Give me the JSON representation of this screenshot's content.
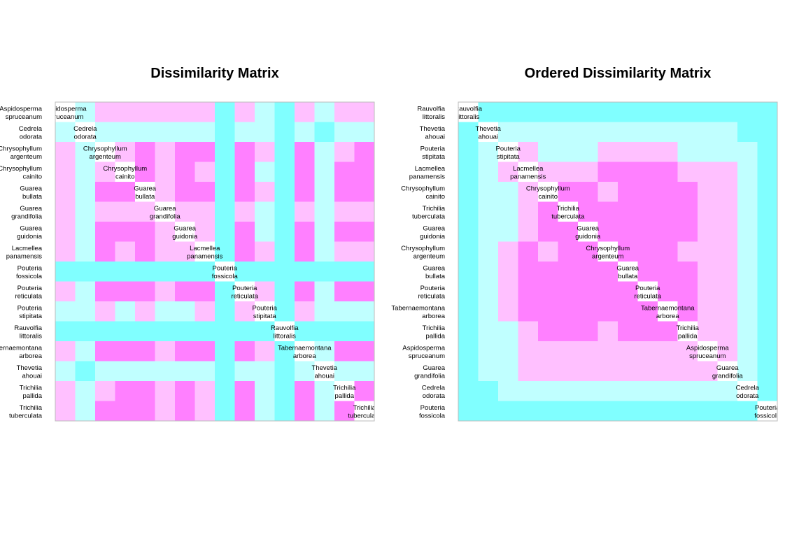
{
  "colors": {
    "low": "#80ffff",
    "mid_low": "#c0ffff",
    "mid_high": "#ffc0ff",
    "high": "#ff80ff",
    "diag": "#ffffff",
    "frame": "#bbbbbb"
  },
  "chart_data": [
    {
      "type": "heatmap",
      "title": "Dissimilarity Matrix",
      "labels": [
        "Aspidosperma spruceanum",
        "Cedrela odorata",
        "Chrysophyllum argenteum",
        "Chrysophyllum cainito",
        "Guarea bullata",
        "Guarea grandifolia",
        "Guarea guidonia",
        "Lacmellea panamensis",
        "Pouteria fossicola",
        "Pouteria reticulata",
        "Pouteria stipitata",
        "Rauvolfia littoralis",
        "Tabernaemontana arborea",
        "Thevetia ahouai",
        "Trichilia pallida",
        "Trichilia tuberculata"
      ],
      "level_key": "0 = low (cyan), 1 = mid-low (light cyan), 2 = mid-high (light pink), 3 = high (pink)",
      "values": [
        [
          -1,
          1,
          2,
          2,
          2,
          2,
          2,
          2,
          0,
          2,
          1,
          0,
          2,
          1,
          2,
          2
        ],
        [
          1,
          -1,
          1,
          1,
          1,
          1,
          1,
          1,
          0,
          1,
          1,
          0,
          1,
          0,
          1,
          1
        ],
        [
          2,
          1,
          -1,
          2,
          3,
          2,
          3,
          3,
          0,
          3,
          2,
          0,
          3,
          1,
          2,
          3
        ],
        [
          2,
          1,
          2,
          -1,
          3,
          2,
          3,
          2,
          0,
          3,
          1,
          0,
          3,
          1,
          3,
          3
        ],
        [
          2,
          1,
          3,
          3,
          -1,
          2,
          3,
          3,
          0,
          3,
          2,
          0,
          3,
          1,
          3,
          3
        ],
        [
          2,
          1,
          2,
          2,
          2,
          -1,
          2,
          2,
          0,
          2,
          1,
          0,
          2,
          1,
          2,
          2
        ],
        [
          2,
          1,
          3,
          3,
          3,
          2,
          -1,
          2,
          0,
          3,
          1,
          0,
          3,
          1,
          3,
          3
        ],
        [
          2,
          1,
          3,
          2,
          3,
          2,
          2,
          -1,
          0,
          3,
          2,
          0,
          3,
          1,
          2,
          2
        ],
        [
          0,
          0,
          0,
          0,
          0,
          0,
          0,
          0,
          -1,
          0,
          0,
          0,
          0,
          0,
          0,
          0
        ],
        [
          2,
          1,
          3,
          3,
          3,
          2,
          3,
          3,
          0,
          -1,
          2,
          0,
          3,
          1,
          3,
          3
        ],
        [
          1,
          1,
          2,
          1,
          2,
          1,
          1,
          2,
          0,
          2,
          -1,
          0,
          2,
          1,
          1,
          1
        ],
        [
          0,
          0,
          0,
          0,
          0,
          0,
          0,
          0,
          0,
          0,
          0,
          -1,
          0,
          0,
          0,
          0
        ],
        [
          2,
          1,
          3,
          3,
          3,
          2,
          3,
          3,
          0,
          3,
          2,
          0,
          -1,
          1,
          3,
          3
        ],
        [
          1,
          0,
          1,
          1,
          1,
          1,
          1,
          1,
          0,
          1,
          1,
          0,
          1,
          -1,
          1,
          1
        ],
        [
          2,
          1,
          2,
          3,
          3,
          2,
          3,
          2,
          0,
          3,
          1,
          0,
          3,
          1,
          -1,
          3
        ],
        [
          2,
          1,
          3,
          3,
          3,
          2,
          3,
          2,
          0,
          3,
          1,
          0,
          3,
          1,
          3,
          -1
        ]
      ]
    },
    {
      "type": "heatmap",
      "title": "Ordered Dissimilarity Matrix",
      "labels": [
        "Rauvolfia littoralis",
        "Thevetia ahouai",
        "Pouteria stipitata",
        "Lacmellea panamensis",
        "Chrysophyllum cainito",
        "Trichilia tuberculata",
        "Guarea guidonia",
        "Chrysophyllum argenteum",
        "Guarea bullata",
        "Pouteria reticulata",
        "Tabernaemontana arborea",
        "Trichilia pallida",
        "Aspidosperma spruceanum",
        "Guarea grandifolia",
        "Cedrela odorata",
        "Pouteria fossicola"
      ],
      "level_key": "0 = low (cyan), 1 = mid-low (light cyan), 2 = mid-high (light pink), 3 = high (pink)",
      "values": [
        [
          -1,
          0,
          0,
          0,
          0,
          0,
          0,
          0,
          0,
          0,
          0,
          0,
          0,
          0,
          0,
          0
        ],
        [
          0,
          -1,
          1,
          1,
          1,
          1,
          1,
          1,
          1,
          1,
          1,
          1,
          1,
          1,
          0,
          0
        ],
        [
          0,
          1,
          -1,
          2,
          1,
          1,
          1,
          2,
          2,
          2,
          2,
          1,
          1,
          1,
          1,
          0
        ],
        [
          0,
          1,
          2,
          -1,
          2,
          2,
          2,
          3,
          3,
          3,
          3,
          2,
          2,
          2,
          1,
          0
        ],
        [
          0,
          1,
          1,
          2,
          -1,
          3,
          3,
          2,
          3,
          3,
          3,
          3,
          2,
          2,
          1,
          0
        ],
        [
          0,
          1,
          1,
          2,
          3,
          -1,
          3,
          3,
          3,
          3,
          3,
          3,
          2,
          2,
          1,
          0
        ],
        [
          0,
          1,
          1,
          2,
          3,
          3,
          -1,
          3,
          3,
          3,
          3,
          3,
          2,
          2,
          1,
          0
        ],
        [
          0,
          1,
          2,
          3,
          2,
          3,
          3,
          -1,
          3,
          3,
          3,
          2,
          2,
          2,
          1,
          0
        ],
        [
          0,
          1,
          2,
          3,
          3,
          3,
          3,
          3,
          -1,
          3,
          3,
          3,
          2,
          2,
          1,
          0
        ],
        [
          0,
          1,
          2,
          3,
          3,
          3,
          3,
          3,
          3,
          -1,
          3,
          3,
          2,
          2,
          1,
          0
        ],
        [
          0,
          1,
          2,
          3,
          3,
          3,
          3,
          3,
          3,
          3,
          -1,
          3,
          2,
          2,
          1,
          0
        ],
        [
          0,
          1,
          1,
          2,
          3,
          3,
          3,
          2,
          3,
          3,
          3,
          -1,
          2,
          2,
          1,
          0
        ],
        [
          0,
          1,
          1,
          2,
          2,
          2,
          2,
          2,
          2,
          2,
          2,
          2,
          -1,
          2,
          1,
          0
        ],
        [
          0,
          1,
          1,
          2,
          2,
          2,
          2,
          2,
          2,
          2,
          2,
          2,
          2,
          -1,
          1,
          0
        ],
        [
          0,
          0,
          1,
          1,
          1,
          1,
          1,
          1,
          1,
          1,
          1,
          1,
          1,
          1,
          -1,
          0
        ],
        [
          0,
          0,
          0,
          0,
          0,
          0,
          0,
          0,
          0,
          0,
          0,
          0,
          0,
          0,
          0,
          -1
        ]
      ]
    }
  ]
}
